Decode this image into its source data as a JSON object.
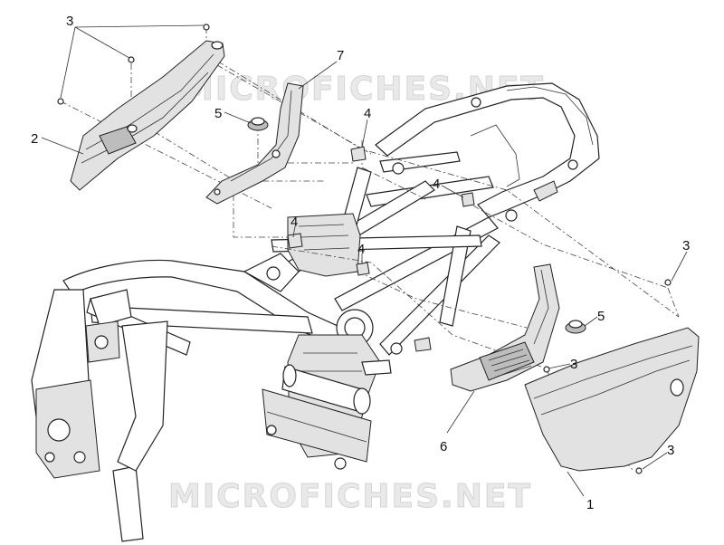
{
  "watermark": {
    "top_text": "MICROFICHES.NET",
    "bottom_text": "MICROFICHES.NET"
  },
  "callouts": [
    {
      "id": "1",
      "label": "1"
    },
    {
      "id": "2",
      "label": "2"
    },
    {
      "id": "3a",
      "label": "3"
    },
    {
      "id": "3b",
      "label": "3"
    },
    {
      "id": "3c",
      "label": "3"
    },
    {
      "id": "3d",
      "label": "3"
    },
    {
      "id": "4a",
      "label": "4"
    },
    {
      "id": "4b",
      "label": "4"
    },
    {
      "id": "4c",
      "label": "4"
    },
    {
      "id": "4d",
      "label": "4"
    },
    {
      "id": "5a",
      "label": "5"
    },
    {
      "id": "5b",
      "label": "5"
    },
    {
      "id": "6",
      "label": "6"
    },
    {
      "id": "7",
      "label": "7"
    }
  ]
}
